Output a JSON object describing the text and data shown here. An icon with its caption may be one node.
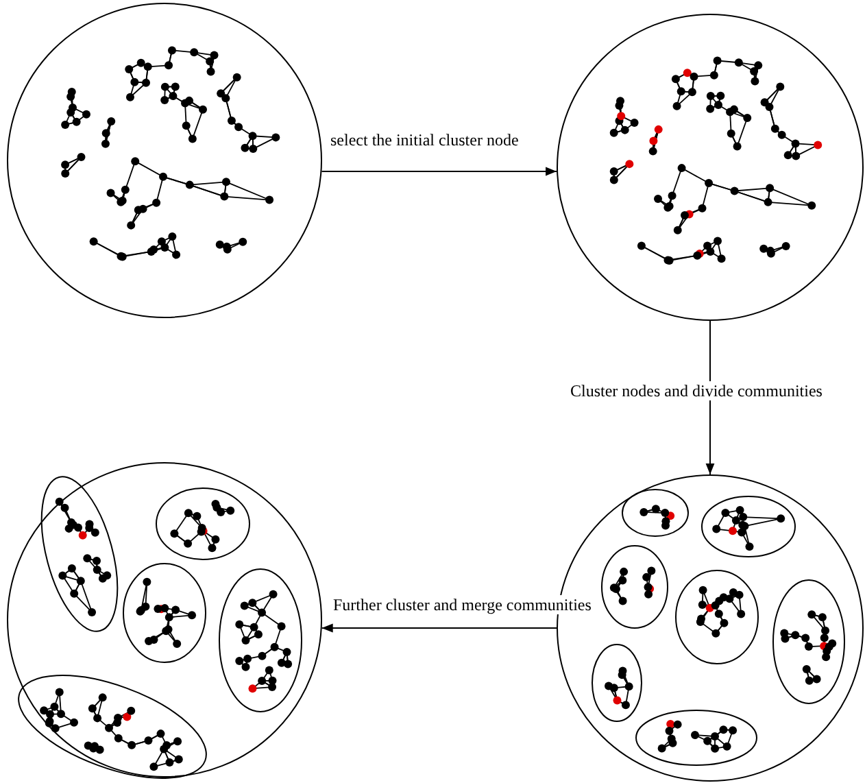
{
  "diagram": {
    "nodes": [
      {
        "text": [],
        "shape": "picture"
      },
      {
        "text": [],
        "shape": "picture"
      },
      {
        "text": [],
        "shape": "picture"
      },
      {
        "text": [],
        "shape": "picture"
      }
    ],
    "edges": [
      {
        "from": 0,
        "to": 1,
        "arrow": "to",
        "label": "select the initial cluster node"
      },
      {
        "from": 1,
        "to": 3,
        "arrow": "to",
        "label": "Cluster nodes and divide communities"
      },
      {
        "from": 3,
        "to": 2,
        "arrow": "to",
        "label": "Further cluster and merge communities"
      }
    ]
  }
}
